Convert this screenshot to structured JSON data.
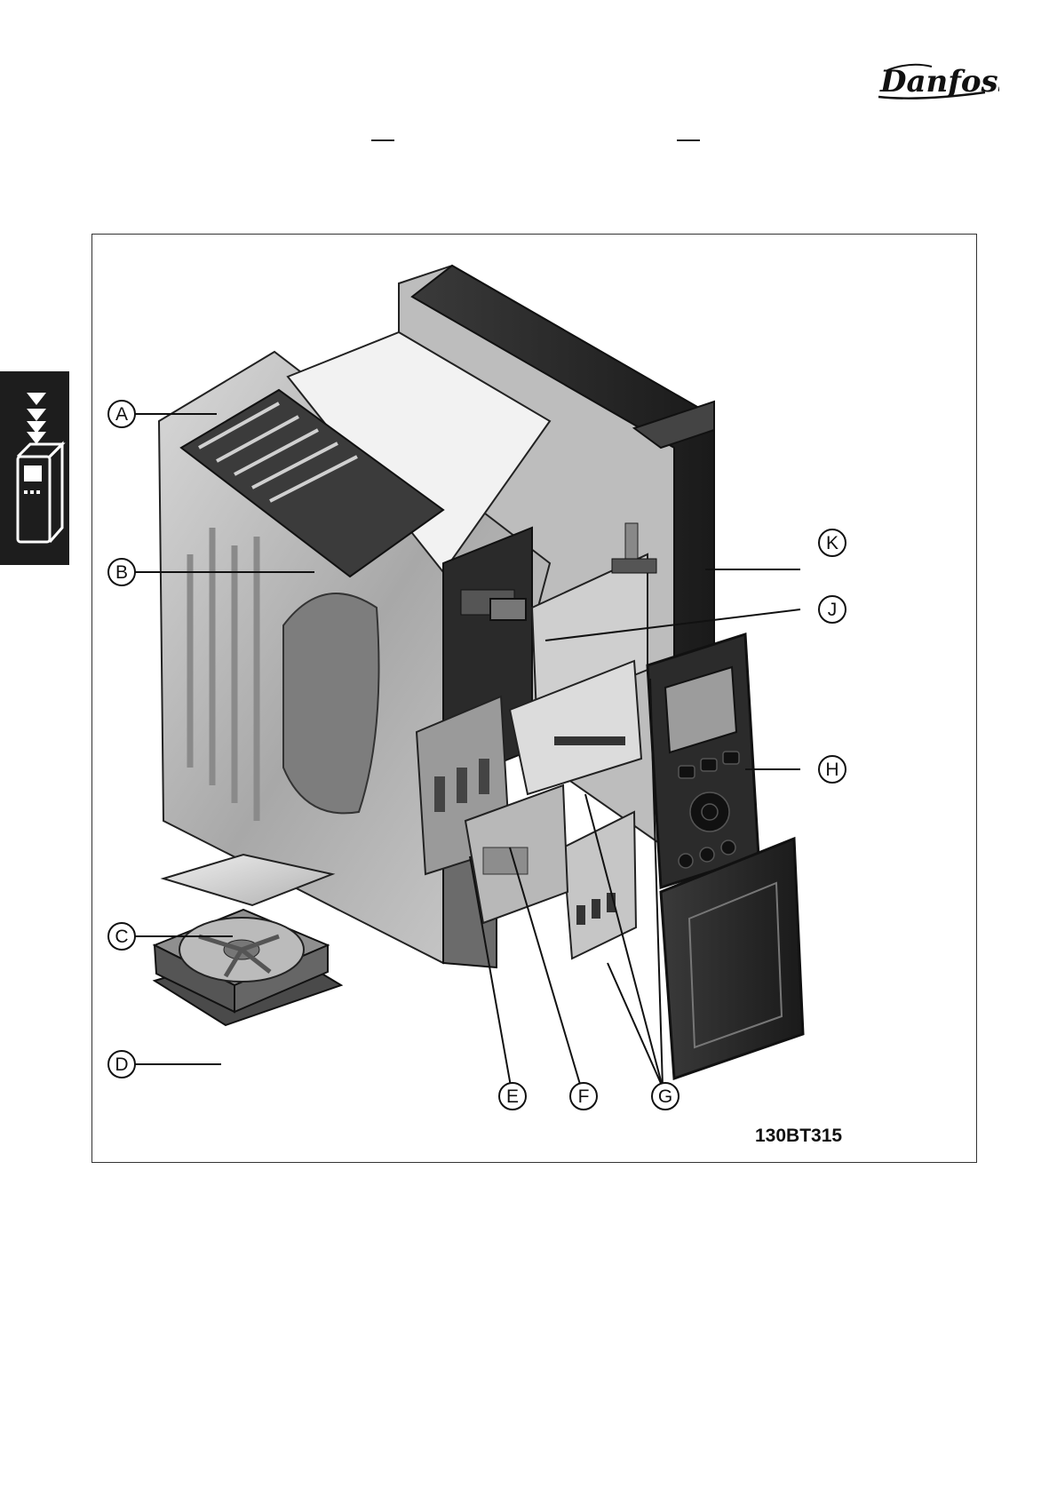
{
  "header": {
    "brand": "Danfoss"
  },
  "figure": {
    "code": "130BT315",
    "callouts": [
      "A",
      "B",
      "C",
      "D",
      "E",
      "F",
      "G",
      "H",
      "J",
      "K"
    ]
  },
  "icons": {
    "side_tab": "drive-installation-icon",
    "logo": "danfoss-logo"
  }
}
